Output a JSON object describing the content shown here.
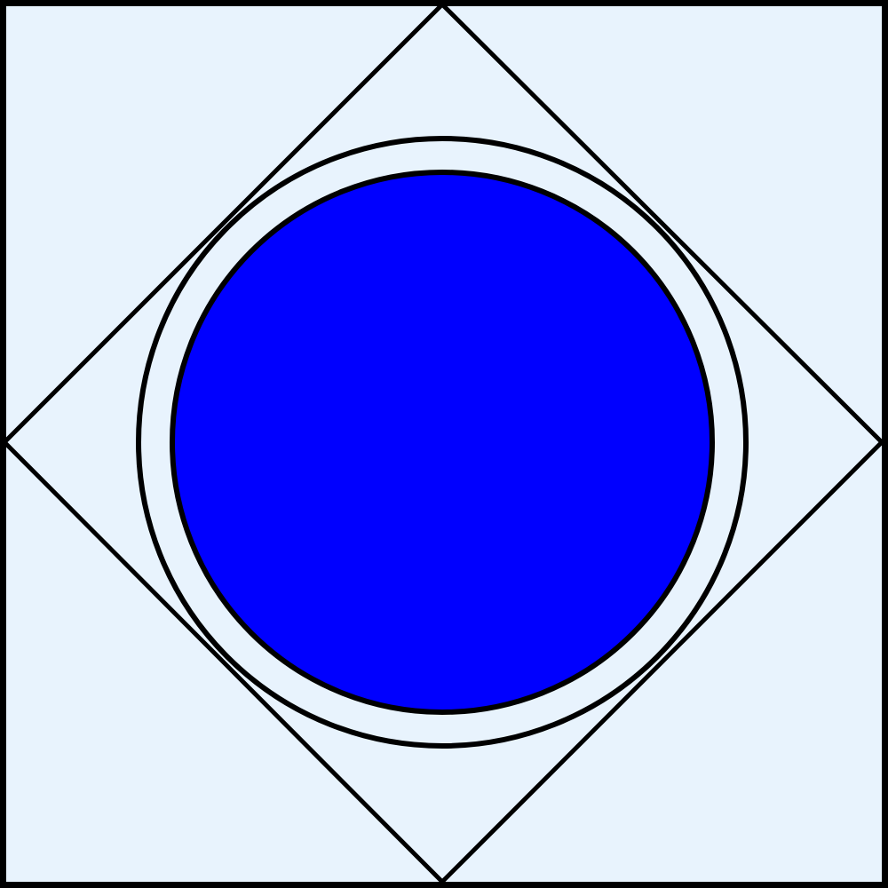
{
  "colors": {
    "background": "#e8f3fd",
    "stroke": "#000000",
    "disc_fill": "#0000ff"
  },
  "shapes": [
    "outer-square",
    "inscribed-diamond",
    "outer-ring",
    "filled-disc"
  ]
}
